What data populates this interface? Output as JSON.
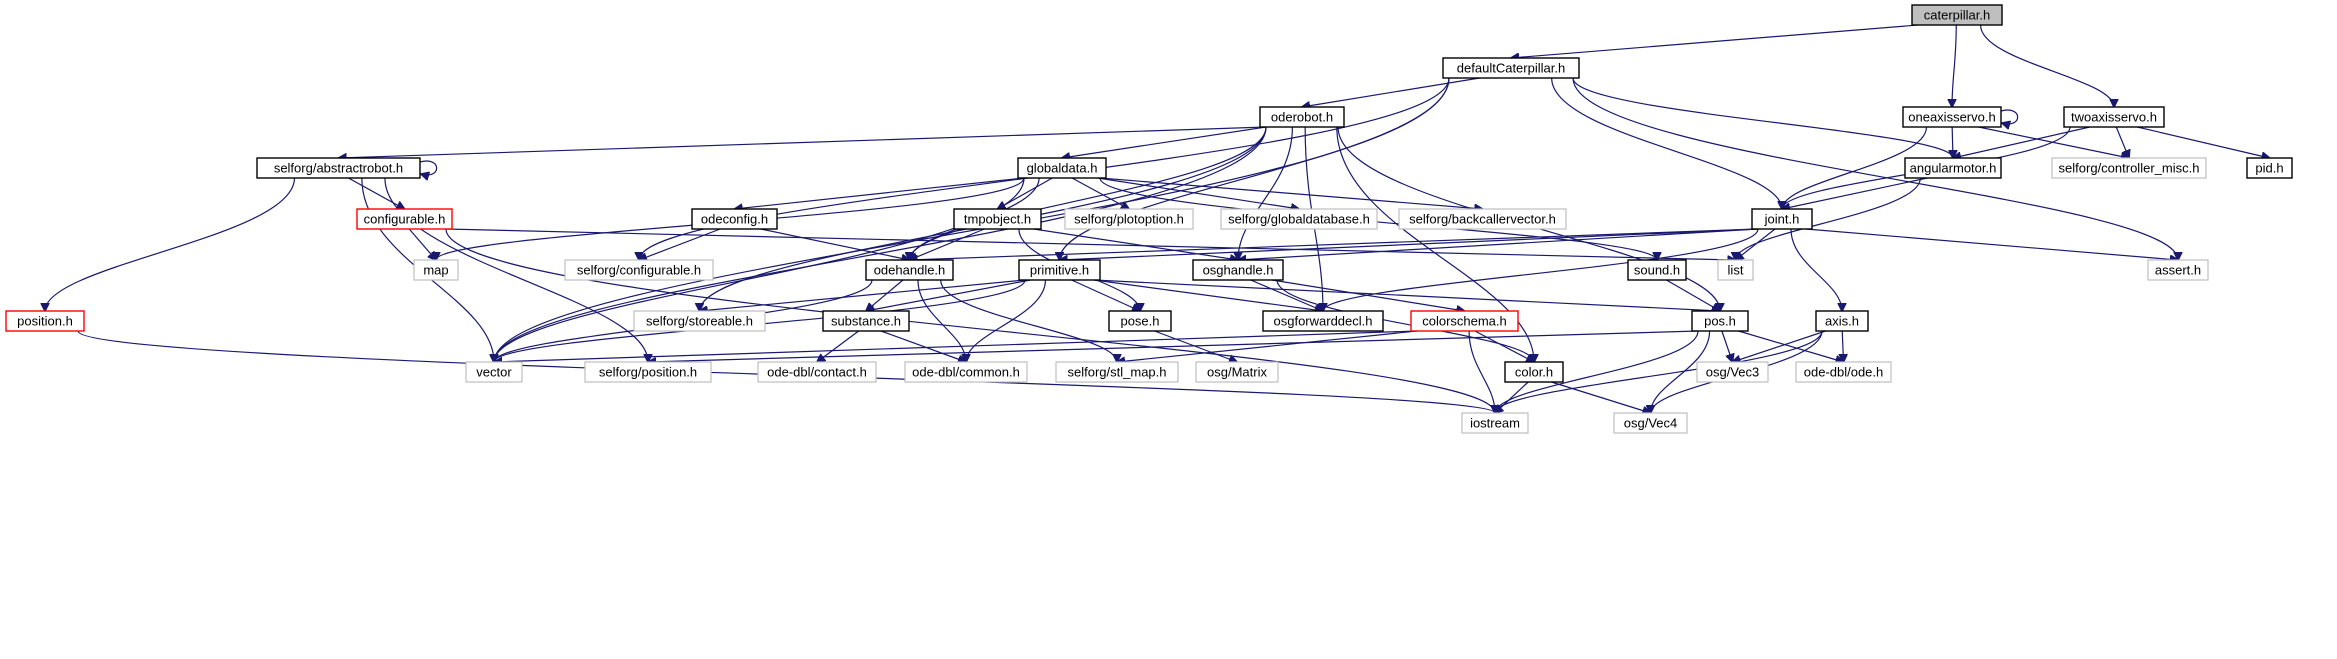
{
  "diagram": {
    "type": "include-dependency-graph",
    "colors": {
      "edge": "#191970",
      "root_fill": "#bfbfbf",
      "node_border": "#000000",
      "external_border": "#bfbfbf",
      "truncated_border": "#ff0000"
    },
    "nodes": [
      {
        "id": "caterpillar_h",
        "label": "caterpillar.h",
        "kind": "root"
      },
      {
        "id": "defaultCaterpillar_h",
        "label": "defaultCaterpillar.h",
        "kind": "normal"
      },
      {
        "id": "oderobot_h",
        "label": "oderobot.h",
        "kind": "normal"
      },
      {
        "id": "oneaxisservo_h",
        "label": "oneaxisservo.h",
        "kind": "normal"
      },
      {
        "id": "twoaxisservo_h",
        "label": "twoaxisservo.h",
        "kind": "normal"
      },
      {
        "id": "selforg_abstractrobot_h",
        "label": "selforg/abstractrobot.h",
        "kind": "normal"
      },
      {
        "id": "globaldata_h",
        "label": "globaldata.h",
        "kind": "normal"
      },
      {
        "id": "angularmotor_h",
        "label": "angularmotor.h",
        "kind": "normal"
      },
      {
        "id": "selforg_controller_misc_h",
        "label": "selforg/controller_misc.h",
        "kind": "external"
      },
      {
        "id": "pid_h",
        "label": "pid.h",
        "kind": "normal"
      },
      {
        "id": "configurable_h",
        "label": "configurable.h",
        "kind": "truncated"
      },
      {
        "id": "odeconfig_h",
        "label": "odeconfig.h",
        "kind": "normal"
      },
      {
        "id": "tmpobject_h",
        "label": "tmpobject.h",
        "kind": "normal"
      },
      {
        "id": "selforg_plotoption_h",
        "label": "selforg/plotoption.h",
        "kind": "external"
      },
      {
        "id": "selforg_globaldatabase_h",
        "label": "selforg/globaldatabase.h",
        "kind": "external"
      },
      {
        "id": "selforg_backcallervector_h",
        "label": "selforg/backcallervector.h",
        "kind": "external"
      },
      {
        "id": "joint_h",
        "label": "joint.h",
        "kind": "normal"
      },
      {
        "id": "map",
        "label": "map",
        "kind": "external"
      },
      {
        "id": "selforg_configurable_h",
        "label": "selforg/configurable.h",
        "kind": "external"
      },
      {
        "id": "odehandle_h",
        "label": "odehandle.h",
        "kind": "normal"
      },
      {
        "id": "primitive_h",
        "label": "primitive.h",
        "kind": "normal"
      },
      {
        "id": "osghandle_h",
        "label": "osghandle.h",
        "kind": "normal"
      },
      {
        "id": "sound_h",
        "label": "sound.h",
        "kind": "normal"
      },
      {
        "id": "list",
        "label": "list",
        "kind": "external"
      },
      {
        "id": "assert_h",
        "label": "assert.h",
        "kind": "external"
      },
      {
        "id": "position_h",
        "label": "position.h",
        "kind": "truncated"
      },
      {
        "id": "selforg_storeable_h",
        "label": "selforg/storeable.h",
        "kind": "external"
      },
      {
        "id": "substance_h",
        "label": "substance.h",
        "kind": "normal"
      },
      {
        "id": "pose_h",
        "label": "pose.h",
        "kind": "normal"
      },
      {
        "id": "osgforwarddecl_h",
        "label": "osgforwarddecl.h",
        "kind": "normal"
      },
      {
        "id": "colorschema_h",
        "label": "colorschema.h",
        "kind": "truncated"
      },
      {
        "id": "pos_h",
        "label": "pos.h",
        "kind": "normal"
      },
      {
        "id": "axis_h",
        "label": "axis.h",
        "kind": "normal"
      },
      {
        "id": "vector",
        "label": "vector",
        "kind": "external"
      },
      {
        "id": "selforg_position_h",
        "label": "selforg/position.h",
        "kind": "external"
      },
      {
        "id": "ode_dbl_contact_h",
        "label": "ode-dbl/contact.h",
        "kind": "external"
      },
      {
        "id": "ode_dbl_common_h",
        "label": "ode-dbl/common.h",
        "kind": "external"
      },
      {
        "id": "selforg_stl_map_h",
        "label": "selforg/stl_map.h",
        "kind": "external"
      },
      {
        "id": "osg_Matrix",
        "label": "osg/Matrix",
        "kind": "external"
      },
      {
        "id": "color_h",
        "label": "color.h",
        "kind": "normal"
      },
      {
        "id": "osg_Vec3",
        "label": "osg/Vec3",
        "kind": "external"
      },
      {
        "id": "ode_dbl_ode_h",
        "label": "ode-dbl/ode.h",
        "kind": "external"
      },
      {
        "id": "iostream",
        "label": "iostream",
        "kind": "external"
      },
      {
        "id": "osg_Vec4",
        "label": "osg/Vec4",
        "kind": "external"
      }
    ],
    "edges": [
      [
        "caterpillar_h",
        "defaultCaterpillar_h"
      ],
      [
        "caterpillar_h",
        "oneaxisservo_h"
      ],
      [
        "caterpillar_h",
        "twoaxisservo_h"
      ],
      [
        "defaultCaterpillar_h",
        "oderobot_h"
      ],
      [
        "defaultCaterpillar_h",
        "angularmotor_h"
      ],
      [
        "defaultCaterpillar_h",
        "joint_h"
      ],
      [
        "defaultCaterpillar_h",
        "assert_h"
      ],
      [
        "defaultCaterpillar_h",
        "vector"
      ],
      [
        "defaultCaterpillar_h",
        "selforg_configurable_h"
      ],
      [
        "defaultCaterpillar_h",
        "primitive_h"
      ],
      [
        "oderobot_h",
        "selforg_abstractrobot_h"
      ],
      [
        "oderobot_h",
        "globaldata_h"
      ],
      [
        "oderobot_h",
        "odehandle_h"
      ],
      [
        "oderobot_h",
        "osghandle_h"
      ],
      [
        "oderobot_h",
        "osgforwarddecl_h"
      ],
      [
        "oderobot_h",
        "pos_h"
      ],
      [
        "oderobot_h",
        "color_h"
      ],
      [
        "oderobot_h",
        "vector"
      ],
      [
        "oderobot_h",
        "selforg_storeable_h"
      ],
      [
        "oneaxisservo_h",
        "oneaxisservo_h"
      ],
      [
        "oneaxisservo_h",
        "angularmotor_h"
      ],
      [
        "oneaxisservo_h",
        "joint_h"
      ],
      [
        "oneaxisservo_h",
        "selforg_controller_misc_h"
      ],
      [
        "twoaxisservo_h",
        "angularmotor_h"
      ],
      [
        "twoaxisservo_h",
        "selforg_controller_misc_h"
      ],
      [
        "twoaxisservo_h",
        "pid_h"
      ],
      [
        "twoaxisservo_h",
        "joint_h"
      ],
      [
        "selforg_abstractrobot_h",
        "selforg_abstractrobot_h"
      ],
      [
        "selforg_abstractrobot_h",
        "configurable_h"
      ],
      [
        "selforg_abstractrobot_h",
        "position_h"
      ],
      [
        "selforg_abstractrobot_h",
        "vector"
      ],
      [
        "selforg_abstractrobot_h",
        "selforg_position_h"
      ],
      [
        "configurable_h",
        "map"
      ],
      [
        "configurable_h",
        "list"
      ],
      [
        "configurable_h",
        "iostream"
      ],
      [
        "globaldata_h",
        "odeconfig_h"
      ],
      [
        "globaldata_h",
        "tmpobject_h"
      ],
      [
        "globaldata_h",
        "selforg_plotoption_h"
      ],
      [
        "globaldata_h",
        "selforg_globaldatabase_h"
      ],
      [
        "globaldata_h",
        "selforg_backcallervector_h"
      ],
      [
        "globaldata_h",
        "sound_h"
      ],
      [
        "globaldata_h",
        "odehandle_h"
      ],
      [
        "globaldata_h",
        "map"
      ],
      [
        "globaldata_h",
        "vector"
      ],
      [
        "odeconfig_h",
        "selforg_configurable_h"
      ],
      [
        "odeconfig_h",
        "odehandle_h"
      ],
      [
        "tmpobject_h",
        "odehandle_h"
      ],
      [
        "tmpobject_h",
        "osghandle_h"
      ],
      [
        "tmpobject_h",
        "pose_h"
      ],
      [
        "angularmotor_h",
        "joint_h"
      ],
      [
        "angularmotor_h",
        "list"
      ],
      [
        "joint_h",
        "primitive_h"
      ],
      [
        "joint_h",
        "odehandle_h"
      ],
      [
        "joint_h",
        "osghandle_h"
      ],
      [
        "joint_h",
        "osgforwarddecl_h"
      ],
      [
        "joint_h",
        "axis_h"
      ],
      [
        "joint_h",
        "list"
      ],
      [
        "joint_h",
        "assert_h"
      ],
      [
        "odehandle_h",
        "substance_h"
      ],
      [
        "odehandle_h",
        "ode_dbl_common_h"
      ],
      [
        "odehandle_h",
        "vector"
      ],
      [
        "odehandle_h",
        "selforg_stl_map_h"
      ],
      [
        "primitive_h",
        "substance_h"
      ],
      [
        "primitive_h",
        "pose_h"
      ],
      [
        "primitive_h",
        "osgforwarddecl_h"
      ],
      [
        "primitive_h",
        "pos_h"
      ],
      [
        "primitive_h",
        "vector"
      ],
      [
        "primitive_h",
        "ode_dbl_common_h"
      ],
      [
        "primitive_h",
        "selforg_storeable_h"
      ],
      [
        "osghandle_h",
        "osgforwarddecl_h"
      ],
      [
        "osghandle_h",
        "colorschema_h"
      ],
      [
        "osghandle_h",
        "color_h"
      ],
      [
        "sound_h",
        "pos_h"
      ],
      [
        "position_h",
        "iostream"
      ],
      [
        "substance_h",
        "ode_dbl_contact_h"
      ],
      [
        "substance_h",
        "ode_dbl_common_h"
      ],
      [
        "pose_h",
        "osg_Matrix"
      ],
      [
        "colorschema_h",
        "color_h"
      ],
      [
        "colorschema_h",
        "iostream"
      ],
      [
        "colorschema_h",
        "vector"
      ],
      [
        "colorschema_h",
        "selforg_stl_map_h"
      ],
      [
        "pos_h",
        "osg_Vec3"
      ],
      [
        "pos_h",
        "ode_dbl_ode_h"
      ],
      [
        "pos_h",
        "iostream"
      ],
      [
        "pos_h",
        "osg_Vec4"
      ],
      [
        "pos_h",
        "selforg_position_h"
      ],
      [
        "axis_h",
        "osg_Vec3"
      ],
      [
        "axis_h",
        "ode_dbl_ode_h"
      ],
      [
        "axis_h",
        "iostream"
      ],
      [
        "axis_h",
        "osg_Vec4"
      ],
      [
        "color_h",
        "iostream"
      ],
      [
        "color_h",
        "osg_Vec4"
      ]
    ]
  }
}
